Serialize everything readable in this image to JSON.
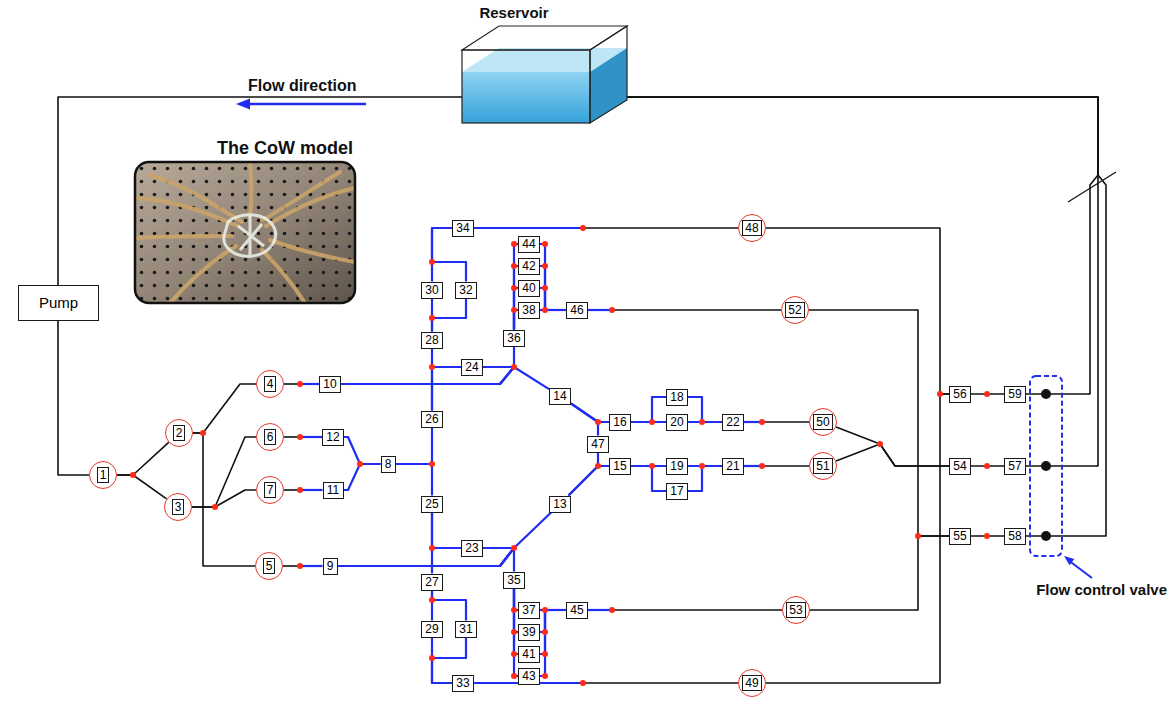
{
  "diagram": {
    "nodes": [
      {
        "text": [
          "Reservoir"
        ]
      },
      {
        "text": [
          "The CoW model"
        ]
      },
      {
        "text": [
          "Pump"
        ]
      },
      {
        "text": [
          "1"
        ]
      },
      {
        "text": [
          "2"
        ]
      },
      {
        "text": [
          "3"
        ]
      },
      {
        "text": [
          "4"
        ]
      },
      {
        "text": [
          "5"
        ]
      },
      {
        "text": [
          "6"
        ]
      },
      {
        "text": [
          "7"
        ]
      },
      {
        "text": [
          "8"
        ]
      },
      {
        "text": [
          "9"
        ]
      },
      {
        "text": [
          "10"
        ]
      },
      {
        "text": [
          "11"
        ]
      },
      {
        "text": [
          "12"
        ]
      },
      {
        "text": [
          "13"
        ]
      },
      {
        "text": [
          "14"
        ]
      },
      {
        "text": [
          "15"
        ]
      },
      {
        "text": [
          "16"
        ]
      },
      {
        "text": [
          "17"
        ]
      },
      {
        "text": [
          "18"
        ]
      },
      {
        "text": [
          "19"
        ]
      },
      {
        "text": [
          "20"
        ]
      },
      {
        "text": [
          "21"
        ]
      },
      {
        "text": [
          "22"
        ]
      },
      {
        "text": [
          "23"
        ]
      },
      {
        "text": [
          "24"
        ]
      },
      {
        "text": [
          "25"
        ]
      },
      {
        "text": [
          "26"
        ]
      },
      {
        "text": [
          "27"
        ]
      },
      {
        "text": [
          "28"
        ]
      },
      {
        "text": [
          "29"
        ]
      },
      {
        "text": [
          "30"
        ]
      },
      {
        "text": [
          "31"
        ]
      },
      {
        "text": [
          "32"
        ]
      },
      {
        "text": [
          "33"
        ]
      },
      {
        "text": [
          "34"
        ]
      },
      {
        "text": [
          "35"
        ]
      },
      {
        "text": [
          "36"
        ]
      },
      {
        "text": [
          "37"
        ]
      },
      {
        "text": [
          "38"
        ]
      },
      {
        "text": [
          "39"
        ]
      },
      {
        "text": [
          "40"
        ]
      },
      {
        "text": [
          "41"
        ]
      },
      {
        "text": [
          "42"
        ]
      },
      {
        "text": [
          "43"
        ]
      },
      {
        "text": [
          "44"
        ]
      },
      {
        "text": [
          "45"
        ]
      },
      {
        "text": [
          "46"
        ]
      },
      {
        "text": [
          "47"
        ]
      },
      {
        "text": [
          "48"
        ]
      },
      {
        "text": [
          "49"
        ]
      },
      {
        "text": [
          "50"
        ]
      },
      {
        "text": [
          "51"
        ]
      },
      {
        "text": [
          "52"
        ]
      },
      {
        "text": [
          "53"
        ]
      },
      {
        "text": [
          "54"
        ]
      },
      {
        "text": [
          "55"
        ]
      },
      {
        "text": [
          "56"
        ]
      },
      {
        "text": [
          "57"
        ]
      },
      {
        "text": [
          "58"
        ]
      },
      {
        "text": [
          "59"
        ]
      }
    ],
    "edges": [
      {
        "from": 0,
        "to": 2,
        "arrow": "none"
      },
      {
        "from": 2,
        "to": 3,
        "arrow": "none"
      },
      {
        "from": 3,
        "to": 4,
        "arrow": "none"
      },
      {
        "from": 3,
        "to": 5,
        "arrow": "none"
      },
      {
        "from": 4,
        "to": 6,
        "arrow": "none"
      },
      {
        "from": 4,
        "to": 7,
        "arrow": "none"
      },
      {
        "from": 5,
        "to": 8,
        "arrow": "none"
      },
      {
        "from": 5,
        "to": 9,
        "arrow": "none"
      },
      {
        "from": 6,
        "to": 12,
        "arrow": "none"
      },
      {
        "from": 8,
        "to": 14,
        "arrow": "none"
      },
      {
        "from": 9,
        "to": 13,
        "arrow": "none"
      },
      {
        "from": 7,
        "to": 11,
        "arrow": "none"
      },
      {
        "from": 14,
        "to": 10,
        "arrow": "none"
      },
      {
        "from": 13,
        "to": 10,
        "arrow": "none"
      },
      {
        "from": 10,
        "to": 28,
        "arrow": "none"
      },
      {
        "from": 10,
        "to": 27,
        "arrow": "none"
      },
      {
        "from": 28,
        "to": 30,
        "arrow": "none"
      },
      {
        "from": 28,
        "to": 26,
        "arrow": "none"
      },
      {
        "from": 12,
        "to": 26,
        "arrow": "none"
      },
      {
        "from": 12,
        "to": 38,
        "arrow": "none"
      },
      {
        "from": 12,
        "to": 16,
        "arrow": "none"
      },
      {
        "from": 30,
        "to": 32,
        "arrow": "none"
      },
      {
        "from": 30,
        "to": 34,
        "arrow": "none"
      },
      {
        "from": 32,
        "to": 36,
        "arrow": "none"
      },
      {
        "from": 34,
        "to": 36,
        "arrow": "none"
      },
      {
        "from": 36,
        "to": 50,
        "arrow": "none"
      },
      {
        "from": 38,
        "to": 40,
        "arrow": "none"
      },
      {
        "from": 38,
        "to": 42,
        "arrow": "none"
      },
      {
        "from": 38,
        "to": 44,
        "arrow": "none"
      },
      {
        "from": 38,
        "to": 46,
        "arrow": "none"
      },
      {
        "from": 40,
        "to": 48,
        "arrow": "none"
      },
      {
        "from": 42,
        "to": 48,
        "arrow": "none"
      },
      {
        "from": 44,
        "to": 48,
        "arrow": "none"
      },
      {
        "from": 46,
        "to": 48,
        "arrow": "none"
      },
      {
        "from": 48,
        "to": 54,
        "arrow": "none"
      },
      {
        "from": 16,
        "to": 18,
        "arrow": "none"
      },
      {
        "from": 16,
        "to": 49,
        "arrow": "none"
      },
      {
        "from": 18,
        "to": 20,
        "arrow": "none"
      },
      {
        "from": 18,
        "to": 22,
        "arrow": "none"
      },
      {
        "from": 20,
        "to": 24,
        "arrow": "none"
      },
      {
        "from": 22,
        "to": 24,
        "arrow": "none"
      },
      {
        "from": 24,
        "to": 52,
        "arrow": "none"
      },
      {
        "from": 27,
        "to": 29,
        "arrow": "none"
      },
      {
        "from": 27,
        "to": 25,
        "arrow": "none"
      },
      {
        "from": 11,
        "to": 25,
        "arrow": "none"
      },
      {
        "from": 11,
        "to": 37,
        "arrow": "none"
      },
      {
        "from": 11,
        "to": 15,
        "arrow": "none"
      },
      {
        "from": 29,
        "to": 31,
        "arrow": "none"
      },
      {
        "from": 29,
        "to": 33,
        "arrow": "none"
      },
      {
        "from": 31,
        "to": 35,
        "arrow": "none"
      },
      {
        "from": 33,
        "to": 35,
        "arrow": "none"
      },
      {
        "from": 35,
        "to": 51,
        "arrow": "none"
      },
      {
        "from": 37,
        "to": 39,
        "arrow": "none"
      },
      {
        "from": 37,
        "to": 41,
        "arrow": "none"
      },
      {
        "from": 37,
        "to": 43,
        "arrow": "none"
      },
      {
        "from": 37,
        "to": 45,
        "arrow": "none"
      },
      {
        "from": 39,
        "to": 47,
        "arrow": "none"
      },
      {
        "from": 41,
        "to": 47,
        "arrow": "none"
      },
      {
        "from": 43,
        "to": 47,
        "arrow": "none"
      },
      {
        "from": 45,
        "to": 47,
        "arrow": "none"
      },
      {
        "from": 47,
        "to": 55,
        "arrow": "none"
      },
      {
        "from": 15,
        "to": 17,
        "arrow": "none"
      },
      {
        "from": 15,
        "to": 49,
        "arrow": "none"
      },
      {
        "from": 17,
        "to": 19,
        "arrow": "none"
      },
      {
        "from": 17,
        "to": 21,
        "arrow": "none"
      },
      {
        "from": 19,
        "to": 23,
        "arrow": "none"
      },
      {
        "from": 21,
        "to": 23,
        "arrow": "none"
      },
      {
        "from": 23,
        "to": 53,
        "arrow": "none"
      },
      {
        "from": 52,
        "to": 56,
        "arrow": "none"
      },
      {
        "from": 53,
        "to": 56,
        "arrow": "none"
      },
      {
        "from": 50,
        "to": 58,
        "arrow": "none"
      },
      {
        "from": 51,
        "to": 58,
        "arrow": "none"
      },
      {
        "from": 54,
        "to": 57,
        "arrow": "none"
      },
      {
        "from": 55,
        "to": 57,
        "arrow": "none"
      },
      {
        "from": 56,
        "to": 59,
        "arrow": "none"
      },
      {
        "from": 57,
        "to": 60,
        "arrow": "none"
      },
      {
        "from": 58,
        "to": 61,
        "arrow": "none"
      },
      {
        "from": 59,
        "to": 0,
        "arrow": "none"
      },
      {
        "from": 60,
        "to": 0,
        "arrow": "none"
      },
      {
        "from": 61,
        "to": 0,
        "arrow": "none"
      }
    ],
    "labels": [
      "Flow direction",
      "Flow control valve"
    ]
  }
}
